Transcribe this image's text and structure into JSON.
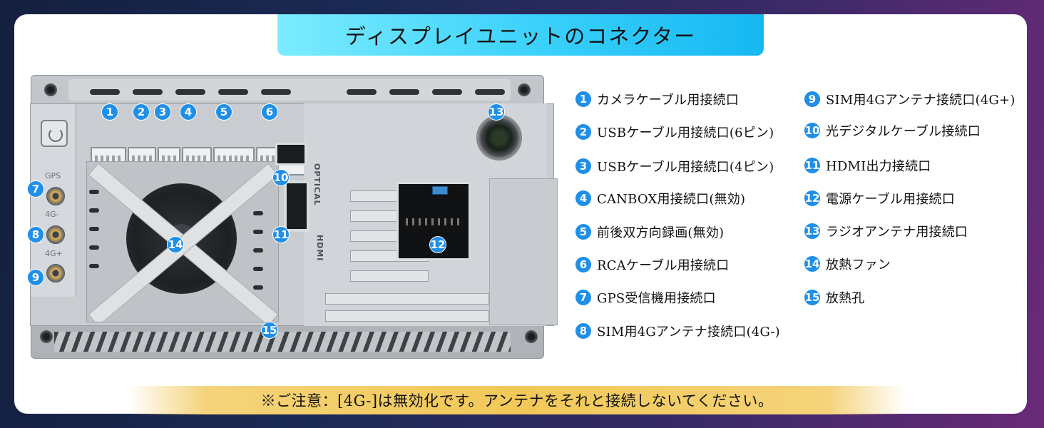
{
  "title": "ディスプレイユニットのコネクター",
  "device_labels": {
    "port_gps": "GPS",
    "port_4g_minus": "4G-",
    "port_4g_plus": "4G+",
    "optical": "OPTICAL",
    "hdmi": "HDMI"
  },
  "callouts": [
    "1",
    "2",
    "3",
    "4",
    "5",
    "6",
    "7",
    "8",
    "9",
    "10",
    "11",
    "12",
    "13",
    "14",
    "15"
  ],
  "legend": {
    "left": [
      {
        "num": "1",
        "text": "カメラケーブル用接続口"
      },
      {
        "num": "2",
        "text": "USBケーブル用接続口(6ピン)"
      },
      {
        "num": "3",
        "text": "USBケーブル用接続口(4ピン)"
      },
      {
        "num": "4",
        "text": "CANBOX用接続口(無効)"
      },
      {
        "num": "5",
        "text": "前後双方向録画(無効)"
      },
      {
        "num": "6",
        "text": "RCAケーブル用接続口"
      },
      {
        "num": "7",
        "text": "GPS受信機用接続口"
      },
      {
        "num": "8",
        "text": "SIM用4Gアンテナ接続口(4G-)"
      }
    ],
    "right": [
      {
        "num": "9",
        "text": "SIM用4Gアンテナ接続口(4G+)"
      },
      {
        "num": "10",
        "text": "光デジタルケーブル接続口"
      },
      {
        "num": "11",
        "text": "HDMI出力接続口"
      },
      {
        "num": "12",
        "text": "電源ケーブル用接続口"
      },
      {
        "num": "13",
        "text": "ラジオアンテナ用接続口"
      },
      {
        "num": "14",
        "text": "放熱ファン"
      },
      {
        "num": "15",
        "text": "放熱孔"
      }
    ]
  },
  "notice": "※ご注意：[4G-]は無効化です。アンテナをそれと接続しないてください。",
  "colors": {
    "callout_blue": "#1f8fe8",
    "title_cyan": "#39d0fb",
    "notice_yellow": "#f2c857"
  }
}
